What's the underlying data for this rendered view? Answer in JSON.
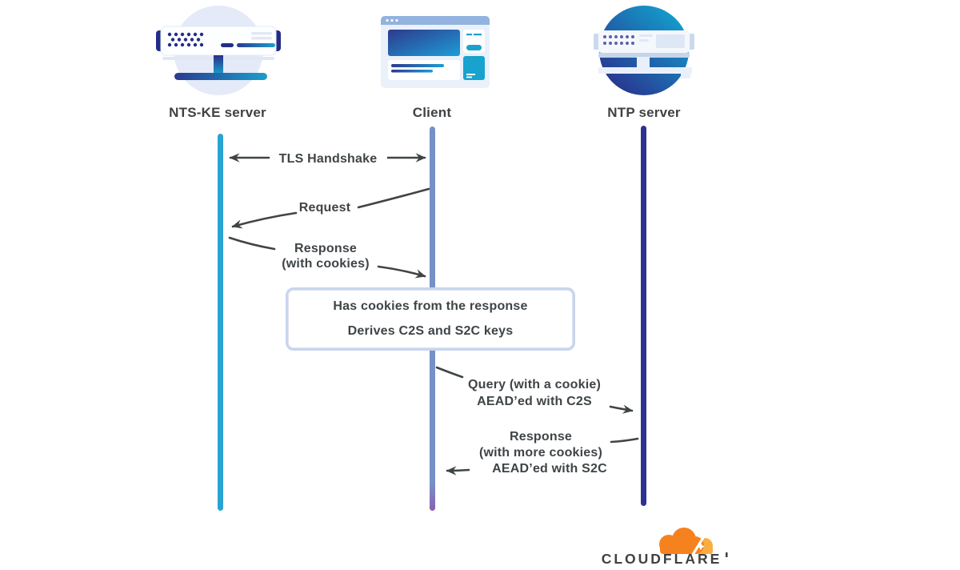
{
  "actors": {
    "ntske": {
      "label": "NTS-KE server"
    },
    "client": {
      "label": "Client"
    },
    "ntp": {
      "label": "NTP server"
    }
  },
  "messages": {
    "tls_handshake": {
      "label": "TLS Handshake"
    },
    "request": {
      "label": "Request"
    },
    "response_cookies": {
      "line1": "Response",
      "line2": "(with cookies)"
    },
    "client_note": {
      "line1": "Has cookies from the response",
      "line2": "Derives C2S and S2C keys"
    },
    "query_cookie": {
      "line1": "Query (with a cookie)",
      "line2": "AEAD’ed with C2S"
    },
    "response_more_cookies": {
      "line1": "Response",
      "line2": "(with more cookies)",
      "line3": "AEAD’ed with S2C"
    }
  },
  "footer": {
    "brand": "CLOUDFLARE"
  },
  "colors": {
    "text": "#3F4447",
    "ntske_lifeline": "#29A3D3",
    "client_lifeline": "#7591C8",
    "ntp_lifeline": "#2B3292",
    "note_border": "#C7D5EF",
    "accent_teal": "#17A3CE",
    "accent_navy": "#2B3990",
    "cloudflare_orange": "#F6821F",
    "cloudflare_light_orange": "#FBAD41"
  }
}
